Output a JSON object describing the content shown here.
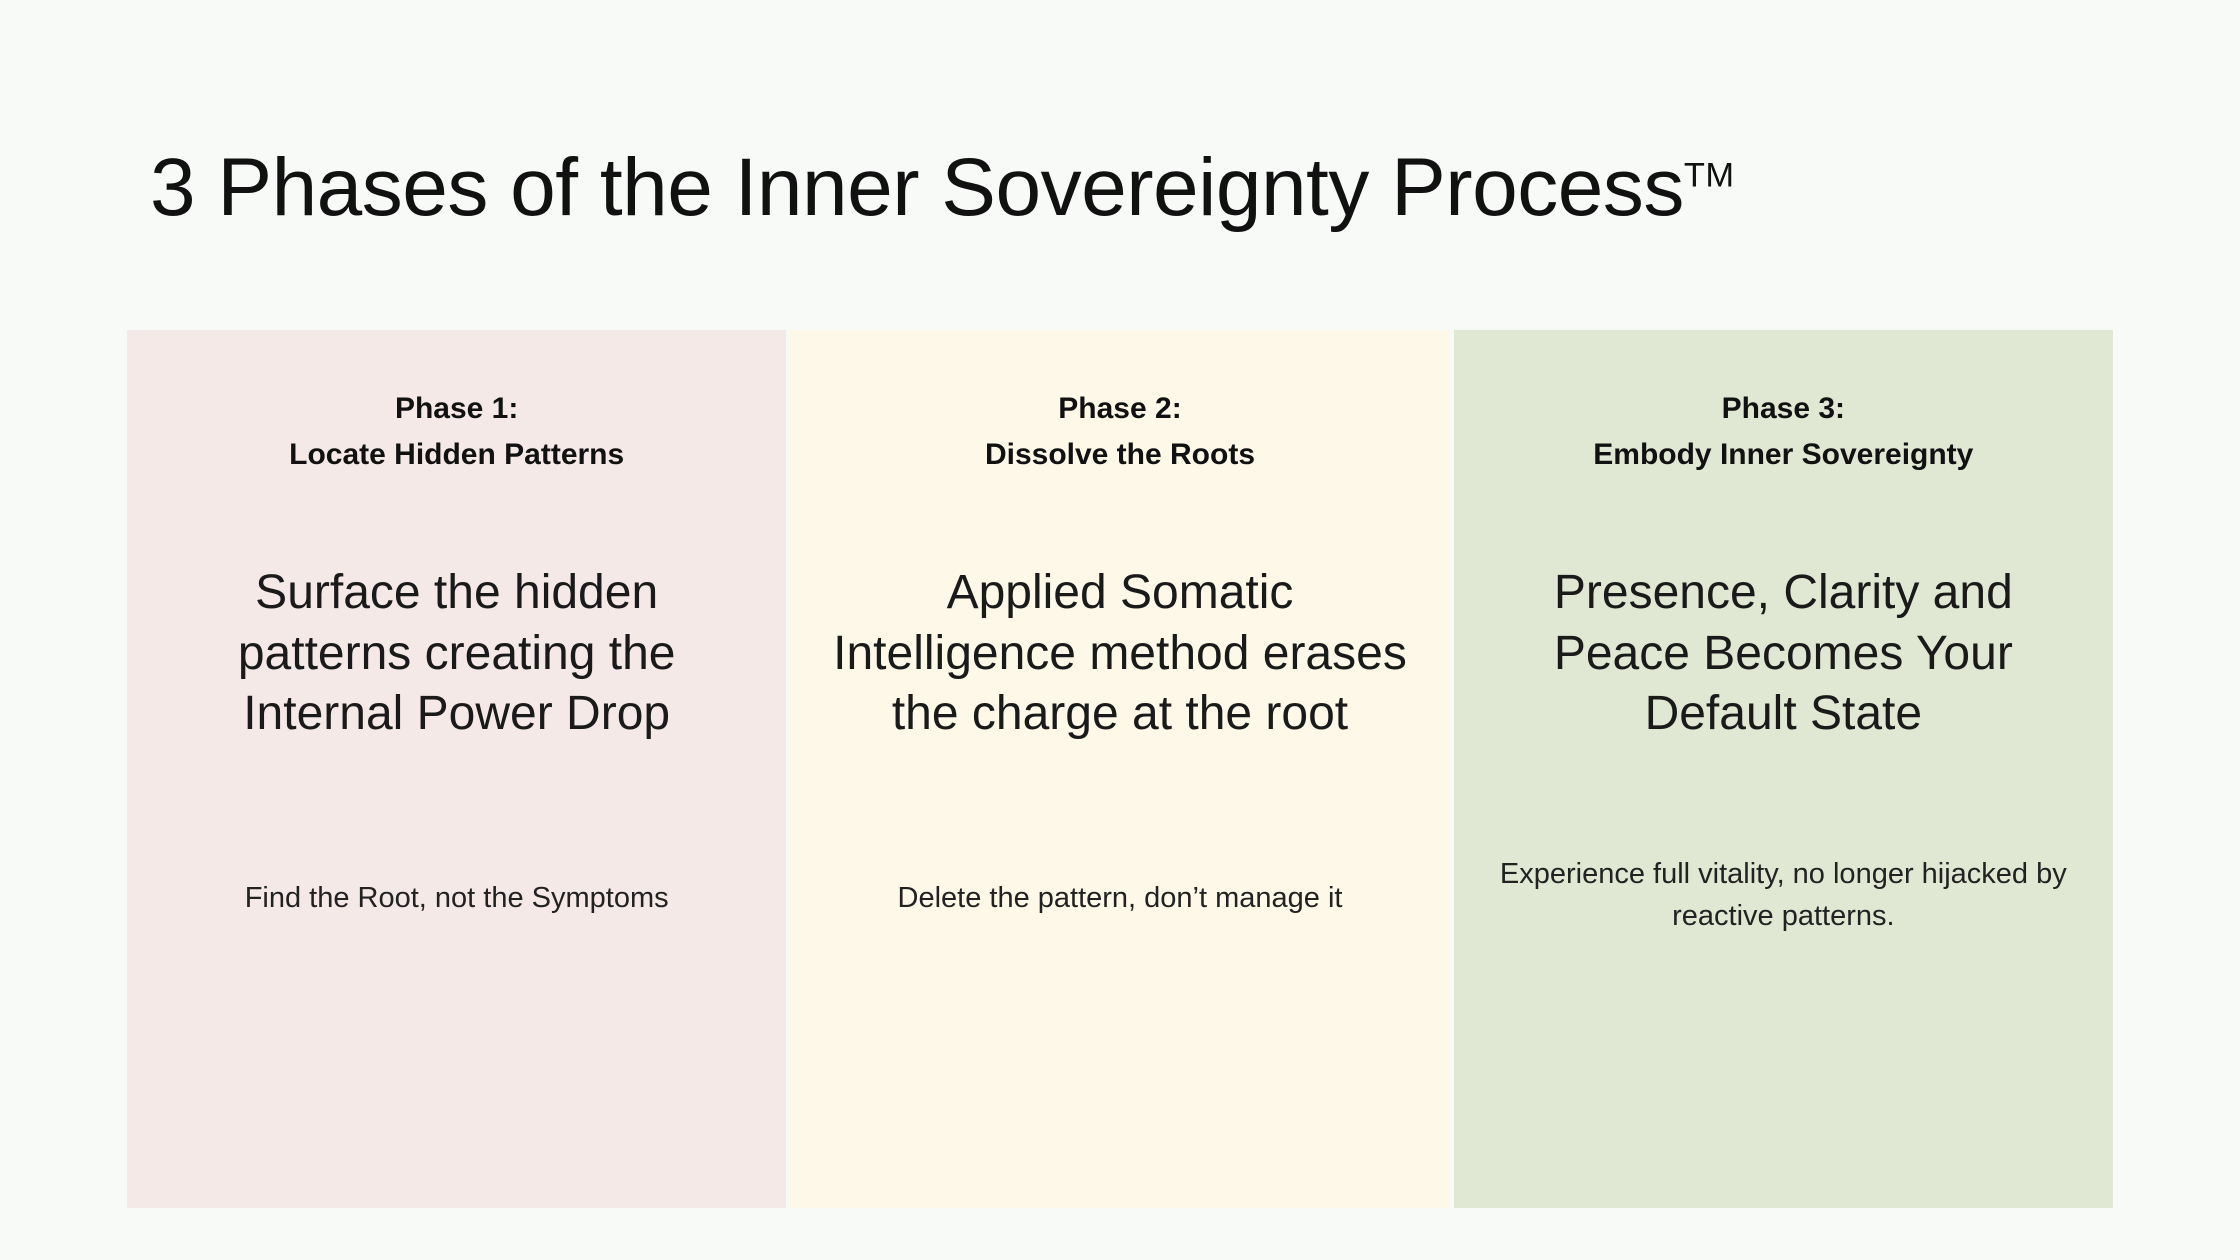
{
  "title": {
    "main": "3 Phases of the Inner Sovereignty Process",
    "superscript": "TM"
  },
  "colors": {
    "page_background": "#f8faf8",
    "card_1_background": "#f4e9e7",
    "card_2_background": "#fdf8e7",
    "card_3_background": "#e0e7d3",
    "text": "#111111"
  },
  "cards": [
    {
      "phase_label": "Phase 1:",
      "phase_name": "Locate Hidden Patterns",
      "body": "Surface the hidden patterns creating the Internal Power Drop",
      "caption": "Find the Root, not the Symptoms"
    },
    {
      "phase_label": "Phase 2:",
      "phase_name": "Dissolve the Roots",
      "body": "Applied Somatic Intelligence method erases the charge at the root",
      "caption": "Delete the pattern, don’t manage it"
    },
    {
      "phase_label": "Phase 3:",
      "phase_name": "Embody Inner Sovereignty",
      "body": "Presence, Clarity and Peace Becomes Your Default State",
      "caption": "Experience full vitality, no longer hijacked by reactive patterns."
    }
  ]
}
